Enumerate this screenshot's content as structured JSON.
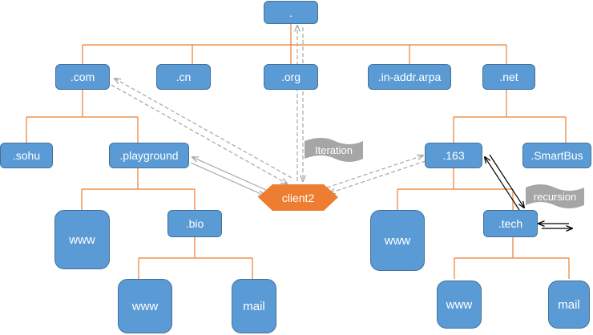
{
  "nodes": {
    "root": ".",
    "com": ".com",
    "cn": ".cn",
    "org": ".org",
    "inaddr": ".in-addr.arpa",
    "net": ".net",
    "sohu": ".sohu",
    "playground": ".playground",
    "n163": ".163",
    "smartbus": ".SmartBus",
    "www_left": "www",
    "bio": ".bio",
    "www_right": "www",
    "tech": ".tech",
    "www_bio": "www",
    "mail_bio": "mail",
    "www_tech": "www",
    "mail_tech": "mail"
  },
  "client": "client2",
  "flags": {
    "iteration": "Iteration",
    "recursion": "recursion"
  },
  "colors": {
    "node_fill": "#5b9bd5",
    "node_border": "#41719c",
    "tree_line": "#ed7d31",
    "client_fill": "#ed7d31",
    "flag_fill": "#a6a6a6",
    "dashed_arrow": "#a6a6a6",
    "solid_arrow": "#000000"
  }
}
